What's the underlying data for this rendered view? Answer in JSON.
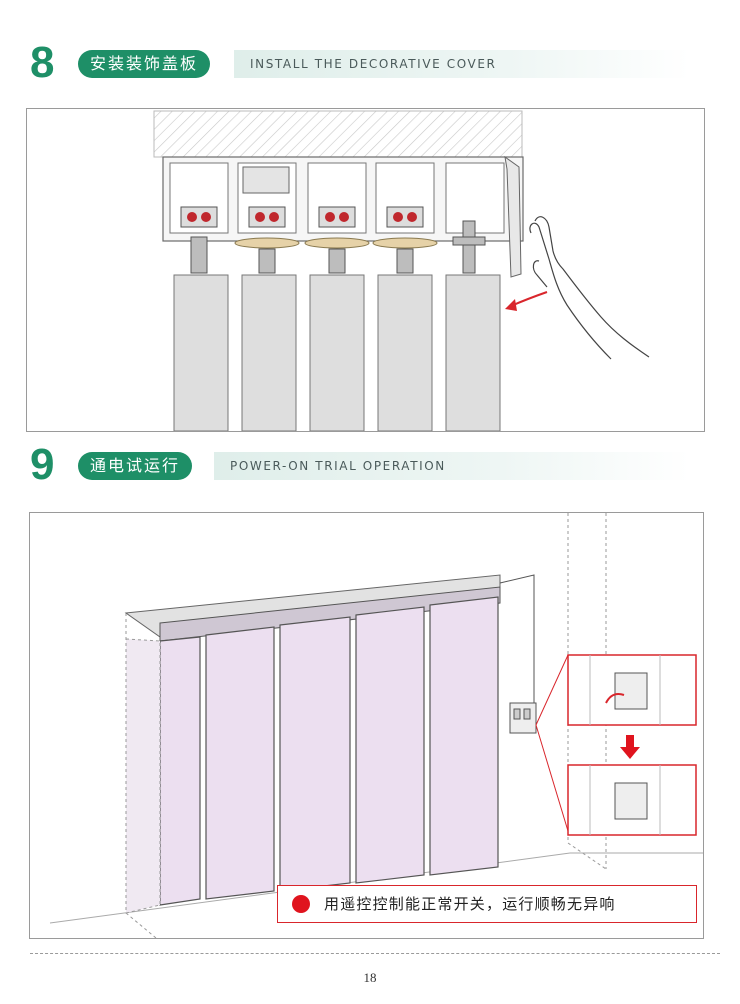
{
  "steps": [
    {
      "number": "8",
      "title_cn": "安装装饰盖板",
      "title_en": "INSTALL THE DECORATIVE COVER"
    },
    {
      "number": "9",
      "title_cn": "通电试运行",
      "title_en": "POWER-ON TRIAL OPERATION"
    }
  ],
  "step9_note": "用遥控控制能正常开关，运行顺畅无异响",
  "page_number": "18",
  "colors": {
    "accent_green": "#1e8f67",
    "note_red": "#e0141e",
    "door_panel": "#ecdff0",
    "roller_red": "#c0272d"
  },
  "icons": [
    "hand-icon",
    "arrow-left-icon",
    "arrow-down-icon",
    "red-dot-icon"
  ]
}
